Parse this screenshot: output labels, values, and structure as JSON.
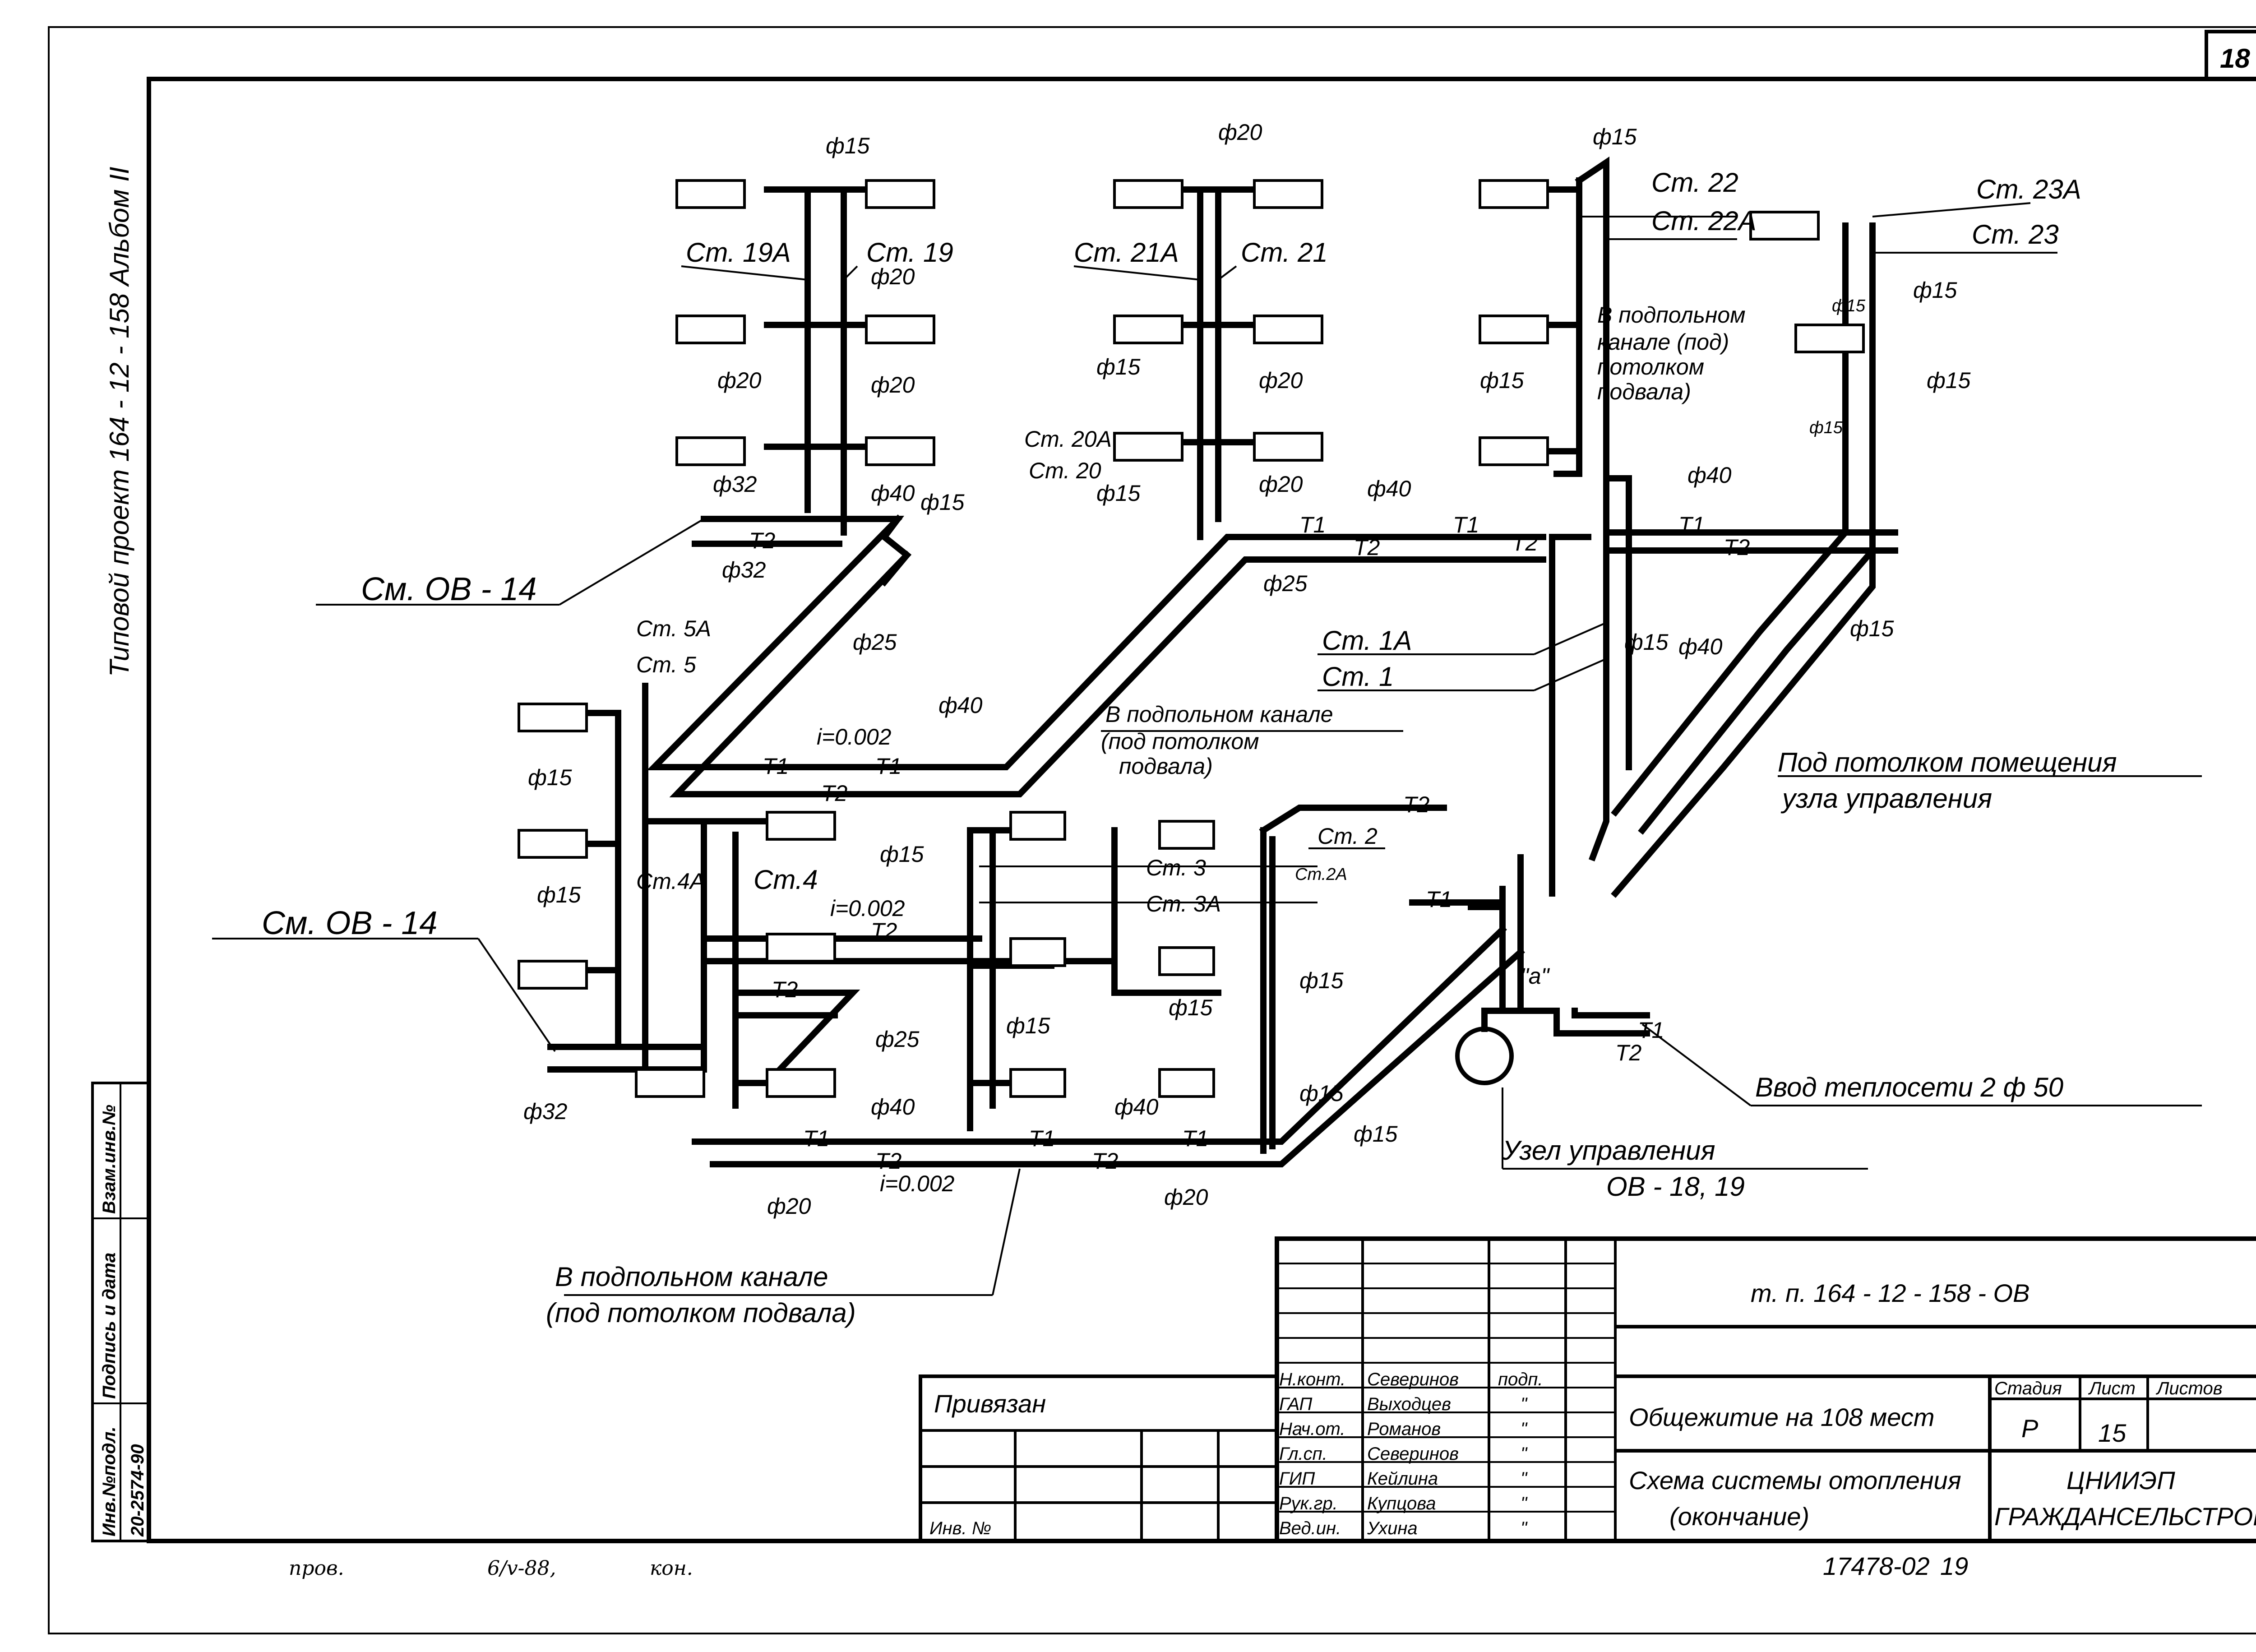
{
  "sheet_number": "18",
  "side_stamp": "Типовой проект 164 - 12 - 158   Альбом II",
  "left_block": {
    "inv_podl": "Инв.№подл.",
    "podpis_data": "Подпись и дата",
    "vzam_inv": "Взам.инв.№",
    "inv_number": "20-2574-90"
  },
  "risers": {
    "st19a": "Ст. 19А",
    "st19": "Ст. 19",
    "st21a": "Ст. 21А",
    "st21": "Ст. 21",
    "st22": "Ст. 22",
    "st22a": "Ст. 22А",
    "st23a": "Ст. 23А",
    "st23": "Ст. 23",
    "st20a": "Ст. 20А",
    "st20": "Ст. 20",
    "st5a": "Ст. 5А",
    "st5": "Ст. 5",
    "st4a": "Ст.4А",
    "st4": "Ст.4",
    "st3": "Ст. 3",
    "st3a": "Ст. 3А",
    "st2": "Ст. 2",
    "st2a": "Ст.2А",
    "st1a": "Ст. 1А",
    "st1": "Ст. 1"
  },
  "diameters": {
    "d15": "ф15",
    "d20": "ф20",
    "d25": "ф25",
    "d32": "ф32",
    "d40": "ф40"
  },
  "line_marks": {
    "t1": "Т1",
    "t2": "Т2",
    "slope": "i=0.002",
    "point_a": "\"а\""
  },
  "notes": {
    "see_ov14": "См. ОВ - 14",
    "basement_channel_1": "В подпольном канале",
    "basement_channel_2": "(под потолком",
    "basement_channel_3": "подвала)",
    "channel_right_1": "В подпольном",
    "channel_right_2": "канале (под)",
    "channel_right_3": "потолком",
    "channel_right_4": "подвала)",
    "ceiling_room_1": "Под потолком помещения",
    "ceiling_room_2": "узла управления",
    "heat_input": "Ввод теплосети 2 ф 50",
    "control_node_1": "Узел управления",
    "control_node_2": "ОВ - 18, 19",
    "bottom_channel_1": "В подпольном канале",
    "bottom_channel_2": "(под потолком подвала)"
  },
  "title_block": {
    "project_code": "т. п. 164 - 12 - 158 - ОВ",
    "privyazan": "Привязан",
    "inv_no": "Инв. №",
    "building": "Общежитие на 108 мест",
    "drawing_title_1": "Схема системы отопления",
    "drawing_title_2": "(окончание)",
    "stage_h": "Стадия",
    "sheet_h": "Лист",
    "sheets_h": "Листов",
    "stage": "Р",
    "sheet": "15",
    "org_1": "ЦНИИЭП",
    "org_2": "ГРАЖДАНСЕЛЬСТРОЙ",
    "roles": [
      {
        "role": "Н.конт.",
        "name": "Северинов",
        "sign": "подп."
      },
      {
        "role": "ГАП",
        "name": "Выходцев",
        "sign": "\""
      },
      {
        "role": "Нач.от.",
        "name": "Романов",
        "sign": "\""
      },
      {
        "role": "Гл.сп.",
        "name": "Северинов",
        "sign": "\""
      },
      {
        "role": "ГИП",
        "name": "Кейлина",
        "sign": "\""
      },
      {
        "role": "Рук.гр.",
        "name": "Купцова",
        "sign": "\""
      },
      {
        "role": "Вед.ин.",
        "name": "Ухина",
        "sign": "\""
      }
    ]
  },
  "footer": {
    "prov": "пров.",
    "sign_date": "6/v-88,",
    "kon": "кон.",
    "archive_no": "17478-02",
    "page": "19"
  }
}
